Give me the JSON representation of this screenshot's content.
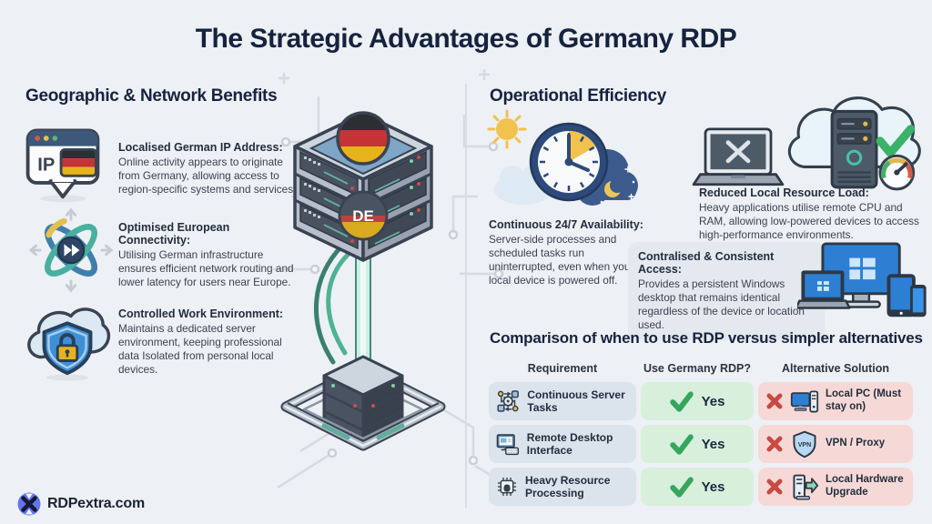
{
  "title": "The Strategic Advantages of Germany RDP",
  "left_section": {
    "heading": "Geographic & Network Benefits",
    "items": [
      {
        "icon": "ip-flag-badge-icon",
        "title": "Localised German IP Address:",
        "description": "Online activity appears to originate from Germany, allowing access to region-specific systems and services."
      },
      {
        "icon": "network-orbit-icon",
        "title": "Optimised European Connectivity:",
        "description": "Utilising German infrastructure ensures efficient network routing and lower latency for users near Europe."
      },
      {
        "icon": "cloud-shield-lock-icon",
        "title": "Controlled Work Environment:",
        "description": "Maintains a dedicated server environment, keeping professional data Isolated from personal local devices."
      }
    ]
  },
  "right_section": {
    "heading": "Operational Efficiency",
    "items": [
      {
        "icon": "day-night-clock-icon",
        "title": "Continuous 24/7 Availability:",
        "description": "Server-side processes and scheduled tasks run uninterrupted, even when your local device is powered off."
      },
      {
        "icon": "laptop-off-cloud-server-icon",
        "title": "Reduced Local Resource Load:",
        "description": "Heavy applications utilise remote CPU and RAM, allowing low-powered devices to access high-performance environments."
      },
      {
        "icon": "multi-device-windows-icon",
        "title": "Contralised & Consistent Access:",
        "description": "Provides a persistent Windows desktop that remains identical regardless of the device or location used."
      }
    ]
  },
  "comparison": {
    "heading": "Comparison of when to use RDP versus simpler alternatives",
    "columns": [
      "Requirement",
      "Use Germany RDP?",
      "Alternative Solution"
    ],
    "rows": [
      {
        "icon": "workflow-gear-icon",
        "requirement": "Continuous Server Tasks",
        "use_rdp": "Yes",
        "alt_icon": "desktop-pc-icon",
        "alternative": "Local PC (Must stay on)"
      },
      {
        "icon": "remote-desktop-icon",
        "requirement": "Remote Desktop Interface",
        "use_rdp": "Yes",
        "alt_icon": "vpn-shield-icon",
        "alternative": "VPN / Proxy"
      },
      {
        "icon": "cpu-chip-weight-icon",
        "requirement": "Heavy Resource Processing",
        "use_rdp": "Yes",
        "alt_icon": "hardware-upgrade-icon",
        "alternative": "Local Hardware Upgrade"
      }
    ]
  },
  "badges": {
    "ip": "IP",
    "de": "DE",
    "vpn": "VPN"
  },
  "footer": {
    "brand": "RDPextra.com"
  },
  "colors": {
    "background": "#edf0f4",
    "heading": "#16233f",
    "accent_green": "#3aab5e",
    "accent_red": "#c84a42",
    "requirement_cell": "#dbe3ec",
    "yes_cell": "#d8efdc",
    "alternative_cell": "#f6d9d6",
    "germany_flag": [
      "#2b2f33",
      "#c43434",
      "#e8b31a"
    ]
  }
}
